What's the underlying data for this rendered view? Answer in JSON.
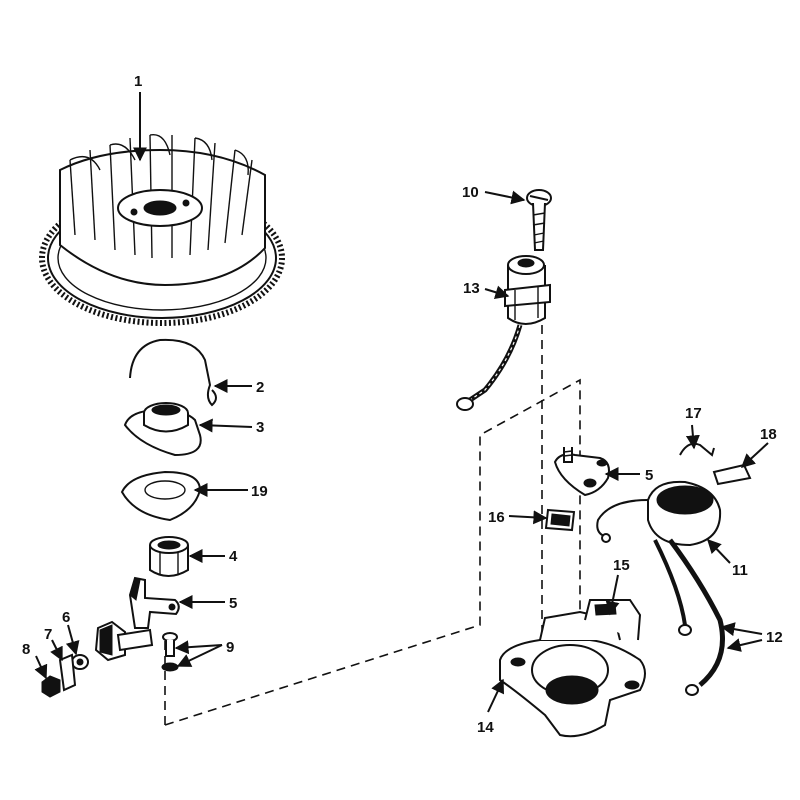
{
  "labels": {
    "l1": "1",
    "l2": "2",
    "l3": "3",
    "l4": "4",
    "l5a": "5",
    "l5b": "5",
    "l6": "6",
    "l7": "7",
    "l8": "8",
    "l9": "9",
    "l10": "10",
    "l11": "11",
    "l12": "12",
    "l13": "13",
    "l14": "14",
    "l15": "15",
    "l16": "16",
    "l17": "17",
    "l18": "18",
    "l19": "19"
  }
}
